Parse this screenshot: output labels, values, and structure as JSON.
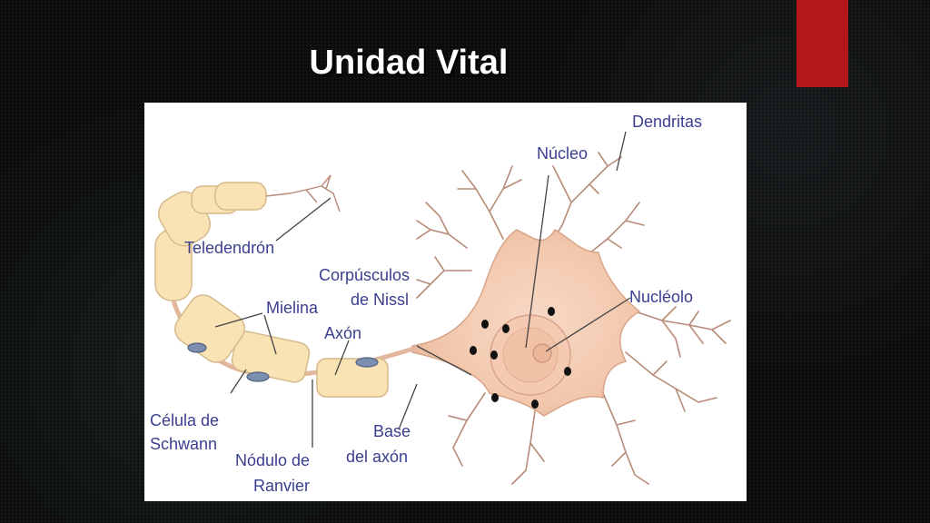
{
  "slide": {
    "title": "Unidad Vital",
    "accent_color": "#b3171a"
  },
  "diagram": {
    "labels": {
      "dendritas": "Dendritas",
      "nucleo": "Núcleo",
      "teledendron": "Teledendrón",
      "corpusculos_1": "Corpúsculos",
      "corpusculos_2": "de Nissl",
      "nucleolo": "Nucléolo",
      "mielina": "Mielina",
      "axon": "Axón",
      "schwann_1": "Célula de",
      "schwann_2": "Schwann",
      "ranvier_1": "Nódulo de",
      "ranvier_2": "Ranvier",
      "base_1": "Base",
      "base_2": "del axón"
    },
    "colors": {
      "label_text": "#3a3f8f",
      "cell_body": "#f6d3bc",
      "myelin": "#f9e3b5",
      "branches": "#b88a78"
    }
  }
}
